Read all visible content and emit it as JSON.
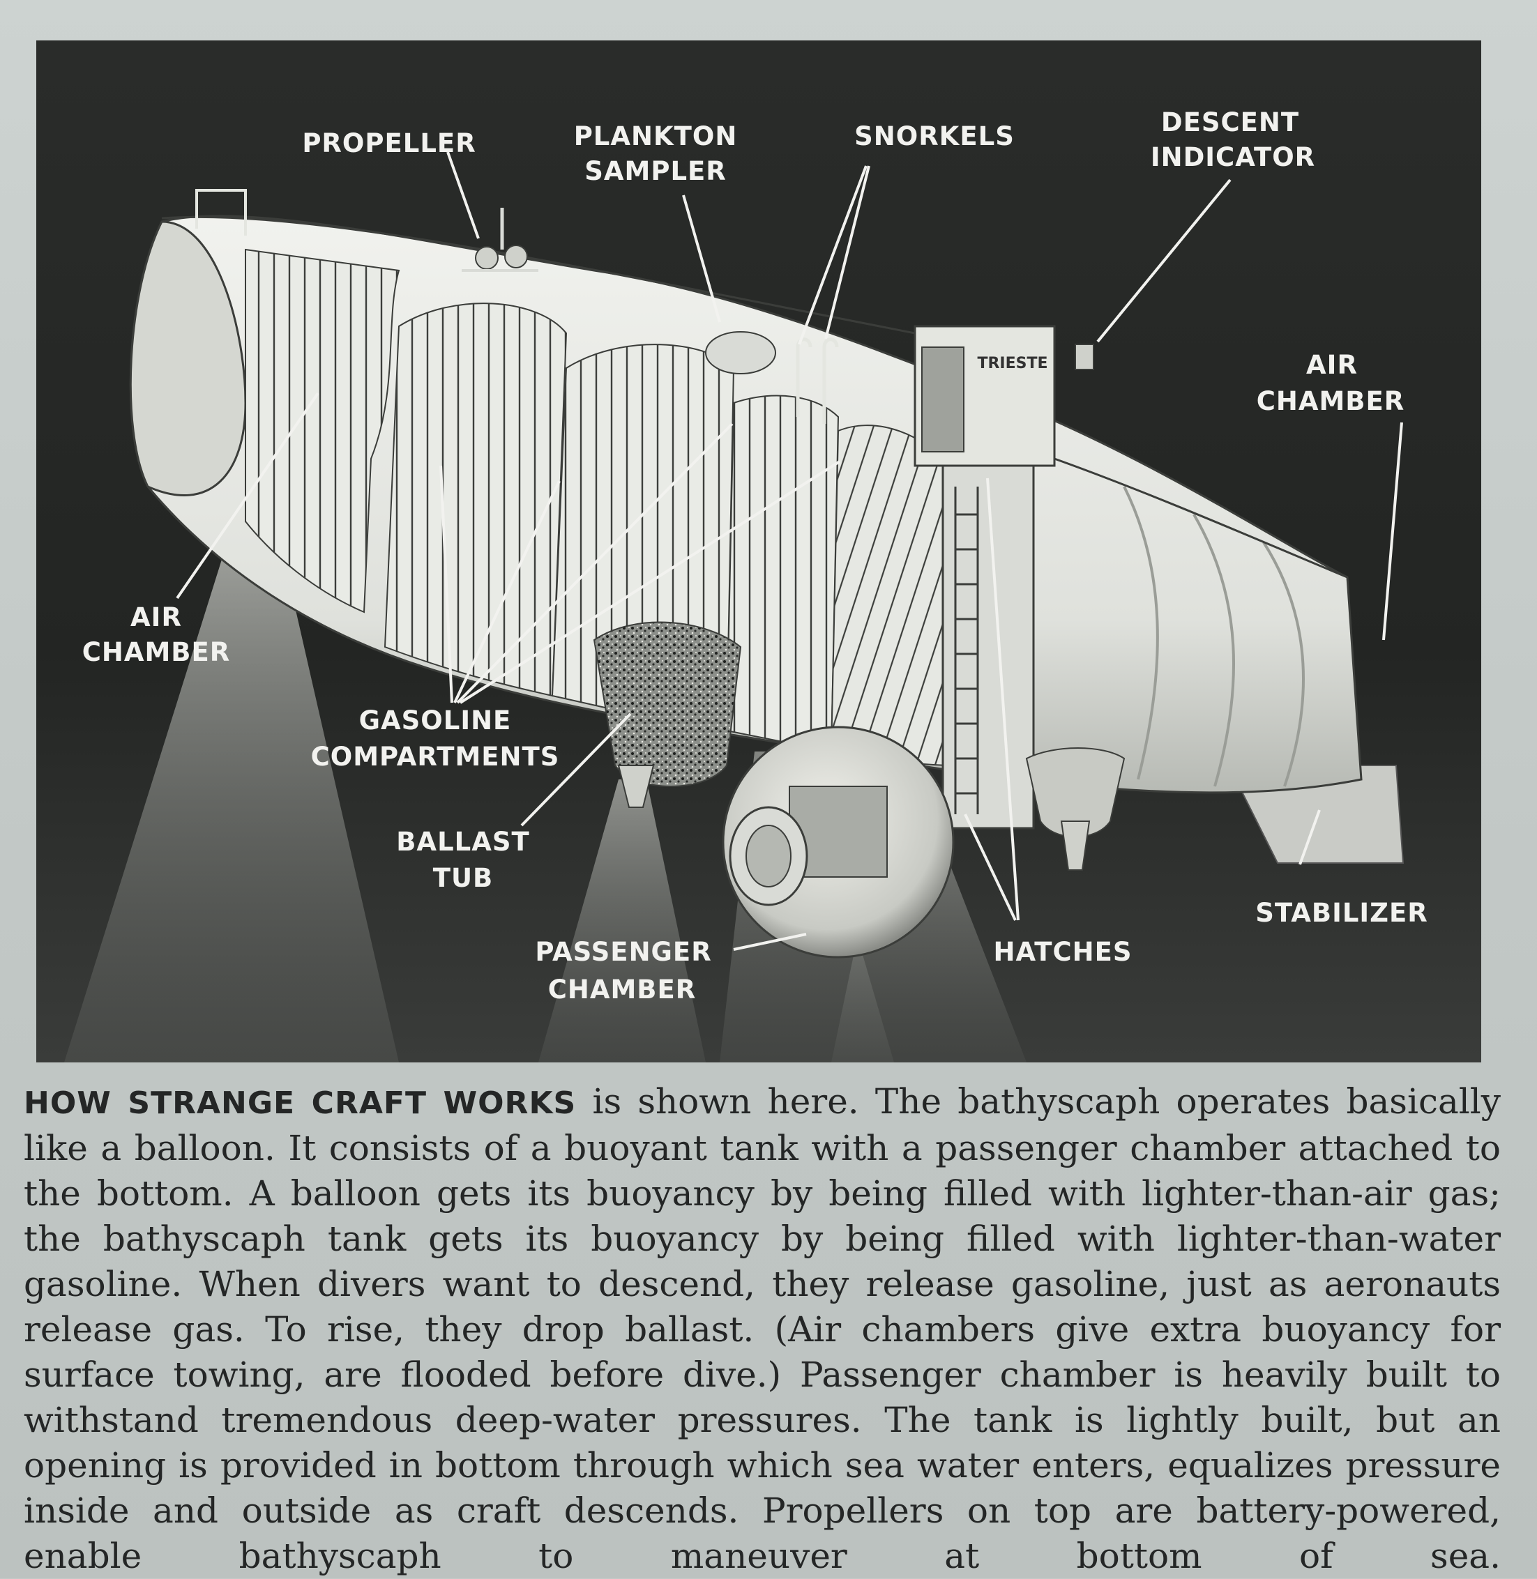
{
  "labels": {
    "propeller": "PROPELLER",
    "plankton_1": "PLANKTON",
    "plankton_2": "SAMPLER",
    "snorkels": "SNORKELS",
    "descent_1": "DESCENT",
    "descent_2": "INDICATOR",
    "air_right_1": "AIR",
    "air_right_2": "CHAMBER",
    "air_left_1": "AIR",
    "air_left_2": "CHAMBER",
    "gasoline_1": "GASOLINE",
    "gasoline_2": "COMPARTMENTS",
    "ballast_1": "BALLAST",
    "ballast_2": "TUB",
    "passenger_1": "PASSENGER",
    "passenger_2": "CHAMBER",
    "hatches": "HATCHES",
    "stabilizer": "STABILIZER"
  },
  "hull_marking": "TRIESTE",
  "caption": {
    "lead": "HOW STRANGE CRAFT WORKS",
    "body": " is shown here. The bathyscaph operates basically like a balloon. It consists of a buoyant tank with a passenger chamber attached to the bottom. A balloon gets its buoyancy by being filled with lighter-than-air gas; the bathyscaph tank gets its buoyancy by being filled with lighter-than-water gasoline. When divers want to descend, they release gasoline, just as aeronauts release gas. To rise, they drop ballast. (Air chambers give extra buoyancy for surface towing, are flooded before dive.) Passenger chamber is heavily built to withstand tremendous deep-water pressures. The tank is lightly built, but an opening is provided in bottom through which sea water enters, equalizes pressure inside and outside as craft descends. Propellers on top are battery-powered, enable bathyscaph to maneuver at bottom of sea."
  },
  "colors": {
    "background": "#262826",
    "hull": "#e4e6e0",
    "label_text": "#f2f2ef",
    "caption_text": "#242626"
  }
}
